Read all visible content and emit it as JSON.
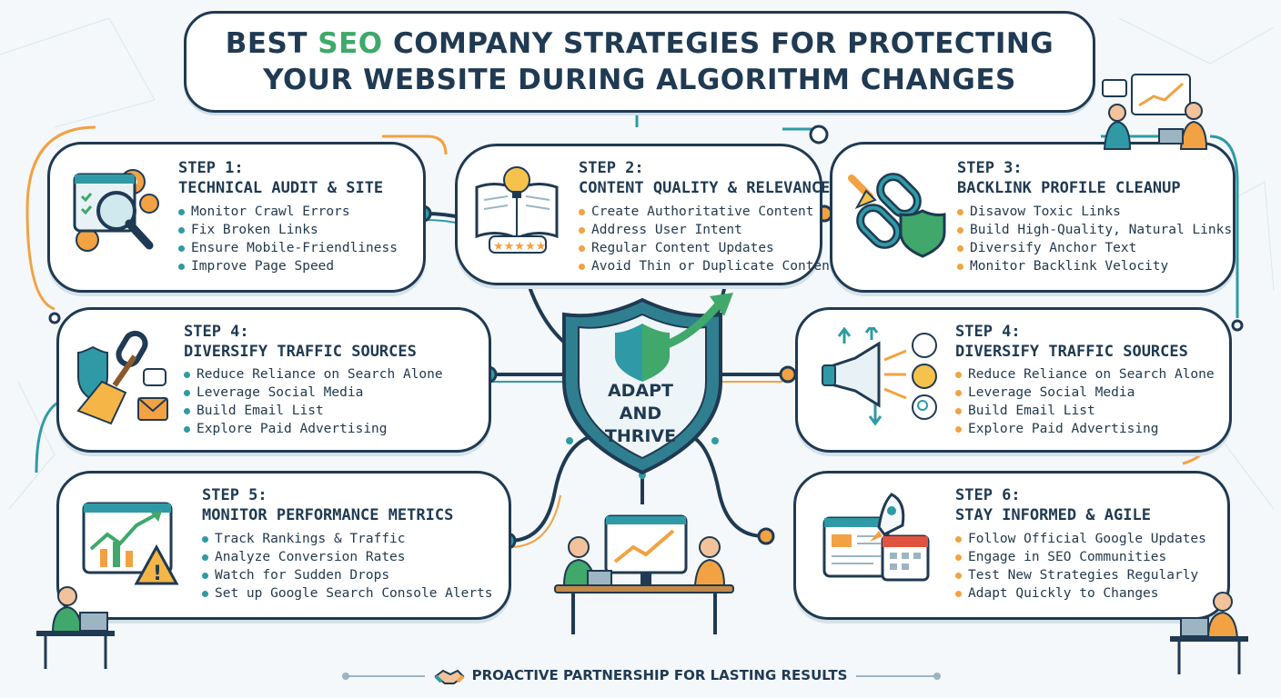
{
  "title": {
    "line1_prefix": "BEST ",
    "line1_highlight": "SEO",
    "line1_suffix": " COMPANY STRATEGIES FOR PROTECTING",
    "line2": "YOUR WEBSITE DURING ALGORITHM CHANGES"
  },
  "center": {
    "line1": "ADAPT",
    "line2": "AND",
    "line3": "THRIVE"
  },
  "steps": [
    {
      "step": "STEP 1:",
      "title": "TECHNICAL AUDIT & SITE",
      "bullets": [
        "Monitor Crawl Errors",
        "Fix Broken Links",
        "Ensure Mobile-Friendliness",
        "Improve Page Speed"
      ]
    },
    {
      "step": "STEP 2:",
      "title": "CONTENT QUALITY & RELEVANCE",
      "bullets": [
        "Create Authoritative Content",
        "Address User Intent",
        "Regular Content Updates",
        "Avoid Thin or Duplicate Content"
      ]
    },
    {
      "step": "STEP 3:",
      "title": "BACKLINK PROFILE CLEANUP",
      "bullets": [
        "Disavow Toxic Links",
        "Build High-Quality, Natural Links",
        "Diversify Anchor Text",
        "Monitor Backlink Velocity"
      ]
    },
    {
      "step": "STEP 4:",
      "title": "DIVERSIFY TRAFFIC SOURCES",
      "bullets": [
        "Reduce Reliance on Search Alone",
        "Leverage Social Media",
        "Build Email List",
        "Explore Paid Advertising"
      ]
    },
    {
      "step": "STEP 4:",
      "title": "DIVERSIFY TRAFFIC SOURCES",
      "bullets": [
        "Reduce Reliance on Search Alone",
        "Leverage Social Media",
        "Build Email List",
        "Explore Paid Advertising"
      ]
    },
    {
      "step": "STEP 5:",
      "title": "MONITOR PERFORMANCE METRICS",
      "bullets": [
        "Track Rankings & Traffic",
        "Analyze Conversion Rates",
        "Watch for Sudden Drops",
        "Set up Google Search Console Alerts"
      ]
    },
    {
      "step": "STEP 6:",
      "title": "STAY INFORMED & AGILE",
      "bullets": [
        "Follow Official Google Updates",
        "Engage in SEO Communities",
        "Test New Strategies Regularly",
        "Adapt Quickly to Changes"
      ]
    }
  ],
  "footer": "PROACTIVE PARTNERSHIP FOR LASTING RESULTS",
  "icons": {
    "step1": "magnifier-gears-icon",
    "step2": "book-lightbulb-icon",
    "step3": "broken-chain-shield-icon",
    "step4_left": "broom-chain-icon",
    "step4_right": "megaphone-icon",
    "step5": "chart-warning-icon",
    "step6": "rocket-calendar-icon",
    "center": "shield-arrow-icon",
    "footer": "handshake-icon"
  },
  "colors": {
    "navy": "#1f3a52",
    "green": "#3fa86a",
    "teal": "#2f9aa6",
    "orange": "#f2a243",
    "background": "#f4f8fa"
  }
}
